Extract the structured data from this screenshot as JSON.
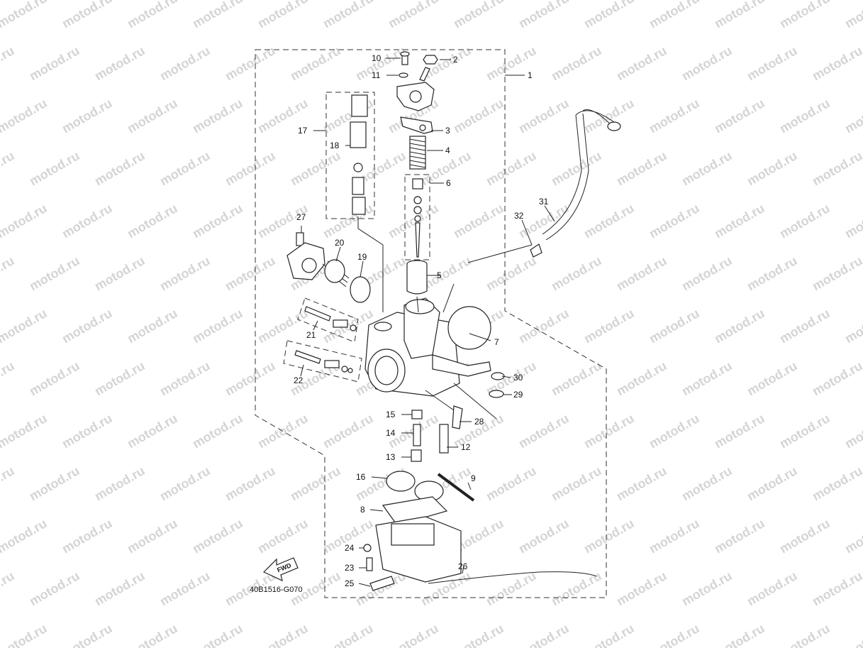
{
  "watermark": "motod.ru",
  "diagram_code": "40B1516-G070",
  "fwd_label": "FWD",
  "callouts": {
    "p1": "1",
    "p2": "2",
    "p3": "3",
    "p4": "4",
    "p5": "5",
    "p6": "6",
    "p7": "7",
    "p8": "8",
    "p9": "9",
    "p10": "10",
    "p11": "11",
    "p12": "12",
    "p13": "13",
    "p14": "14",
    "p15": "15",
    "p16": "16",
    "p17": "17",
    "p18": "18",
    "p19": "19",
    "p20": "20",
    "p21": "21",
    "p22": "22",
    "p23": "23",
    "p24": "24",
    "p25": "25",
    "p26": "26",
    "p27": "27",
    "p28": "28",
    "p29": "29",
    "p30": "30",
    "p31": "31",
    "p32": "32"
  }
}
